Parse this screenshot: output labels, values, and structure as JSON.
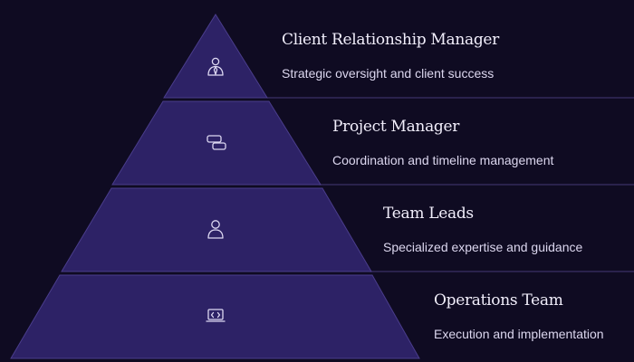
{
  "tiers": [
    {
      "title": "Client Relationship Manager",
      "description": "Strategic oversight and client success",
      "icon": "user-tie-icon"
    },
    {
      "title": "Project Manager",
      "description": "Coordination and timeline management",
      "icon": "message-bubbles-icon"
    },
    {
      "title": "Team Leads",
      "description": "Specialized expertise and guidance",
      "icon": "person-icon"
    },
    {
      "title": "Operations Team",
      "description": "Execution and implementation",
      "icon": "laptop-code-icon"
    }
  ],
  "colors": {
    "background": "#0f0b22",
    "tier_fill": "#2d2266",
    "tier_border": "#4a3d8c",
    "text": "#f1eefb"
  }
}
